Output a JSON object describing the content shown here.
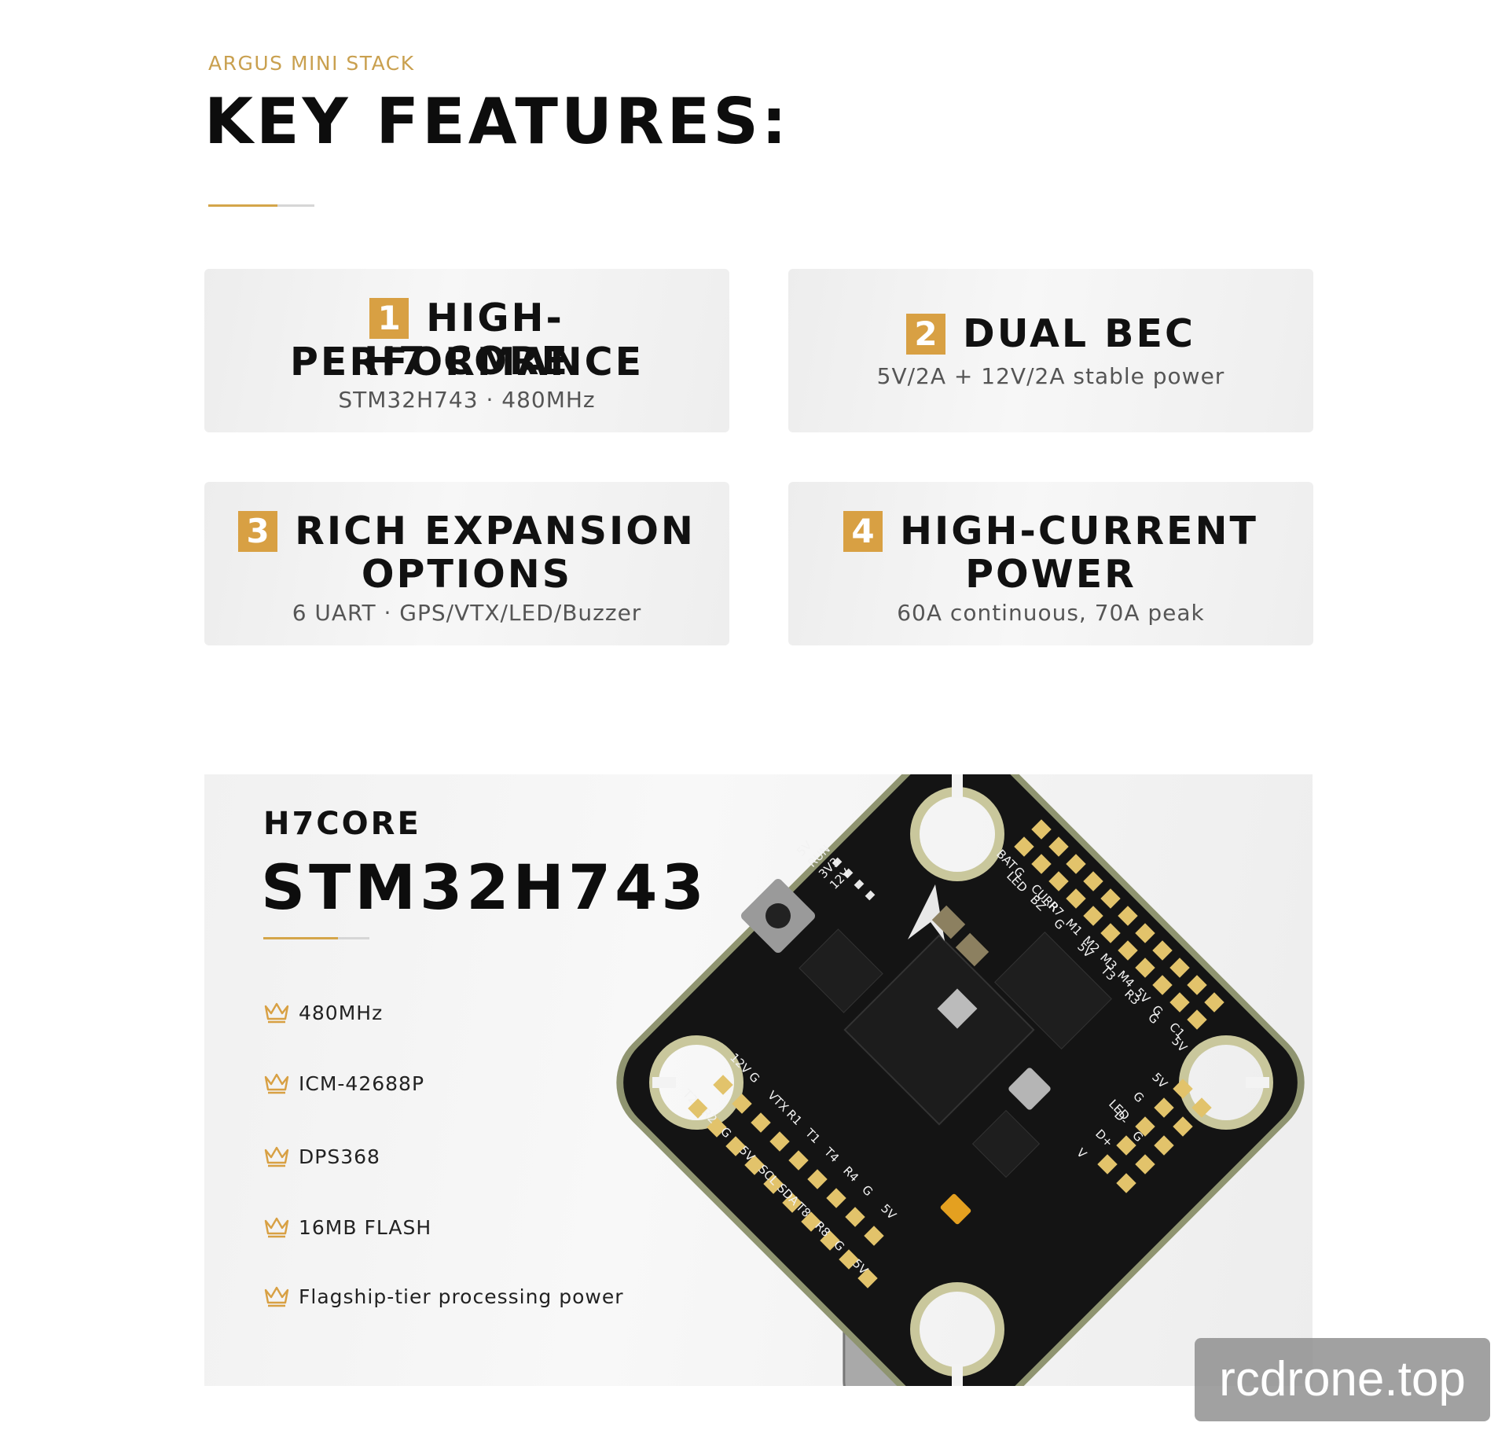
{
  "header": {
    "eyebrow": "ARGUS MINI STACK",
    "title": "KEY FEATURES:"
  },
  "features": [
    {
      "number": "1",
      "title_line1": "HIGH-PERFORMANCE",
      "title_line2": "H7 CORE",
      "subtitle": "STM32H743 · 480MHz"
    },
    {
      "number": "2",
      "title_line1": "DUAL BEC",
      "title_line2": "",
      "subtitle": "5V/2A + 12V/2A stable power"
    },
    {
      "number": "3",
      "title_line1": "RICH EXPANSION",
      "title_line2": "OPTIONS",
      "subtitle": "6 UART · GPS/VTX/LED/Buzzer"
    },
    {
      "number": "4",
      "title_line1": "HIGH-CURRENT",
      "title_line2": "POWER",
      "subtitle": "60A continuous, 70A peak"
    }
  ],
  "core_panel": {
    "eyebrow": "H7CORE",
    "title": "STM32H743",
    "specs": [
      "480MHz",
      "ICM-42688P",
      "DPS368",
      "16MB FLASH",
      "Flagship-tier processing power"
    ],
    "spec_icon": "crown-icon"
  },
  "board": {
    "top_right_pads": [
      "BAT",
      "G",
      "CURR",
      "R7",
      "M1",
      "M2",
      "M3",
      "M4",
      "5V",
      "G",
      "C1"
    ],
    "top_right_inner": [
      "LED",
      "BZ",
      "G",
      "5V",
      "T3",
      "R3",
      "G",
      "5V"
    ],
    "leds": [
      "5V",
      "RUN",
      "3V3",
      "12V"
    ],
    "bottom_left_row1": [
      "12V",
      "G",
      "VTX",
      "R1",
      "T1",
      "T4",
      "R4",
      "G",
      "5V"
    ],
    "bottom_left_row2": [
      "T2",
      "R2",
      "G",
      "5V",
      "SCL",
      "SDA",
      "T8",
      "R8",
      "G",
      "5V"
    ],
    "bottom_right_row1": [
      "5V",
      "G",
      "D-",
      "D+",
      "V"
    ],
    "bottom_right_row2": [
      "LED",
      "G"
    ]
  },
  "watermark": "rcdrone.top",
  "colors": {
    "accent": "#d8a043",
    "eyebrow": "#c9a04f",
    "pcb": "#141414",
    "pad": "#e2c36b"
  }
}
